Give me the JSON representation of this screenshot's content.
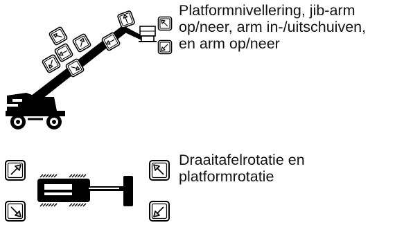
{
  "top_section": {
    "caption_lines": [
      "Platformnivellering, jib-arm",
      "op/neer, arm in-/uitschuiven,",
      "en arm op/neer"
    ]
  },
  "bottom_section": {
    "caption_lines": [
      "Draaitafelrotatie en",
      "platformrotatie"
    ]
  },
  "icons": {
    "machine": "boom-lift-side-view-icon",
    "machine_top": "boom-lift-top-view-icon",
    "direction_arrow": "arrow-box-icon"
  }
}
